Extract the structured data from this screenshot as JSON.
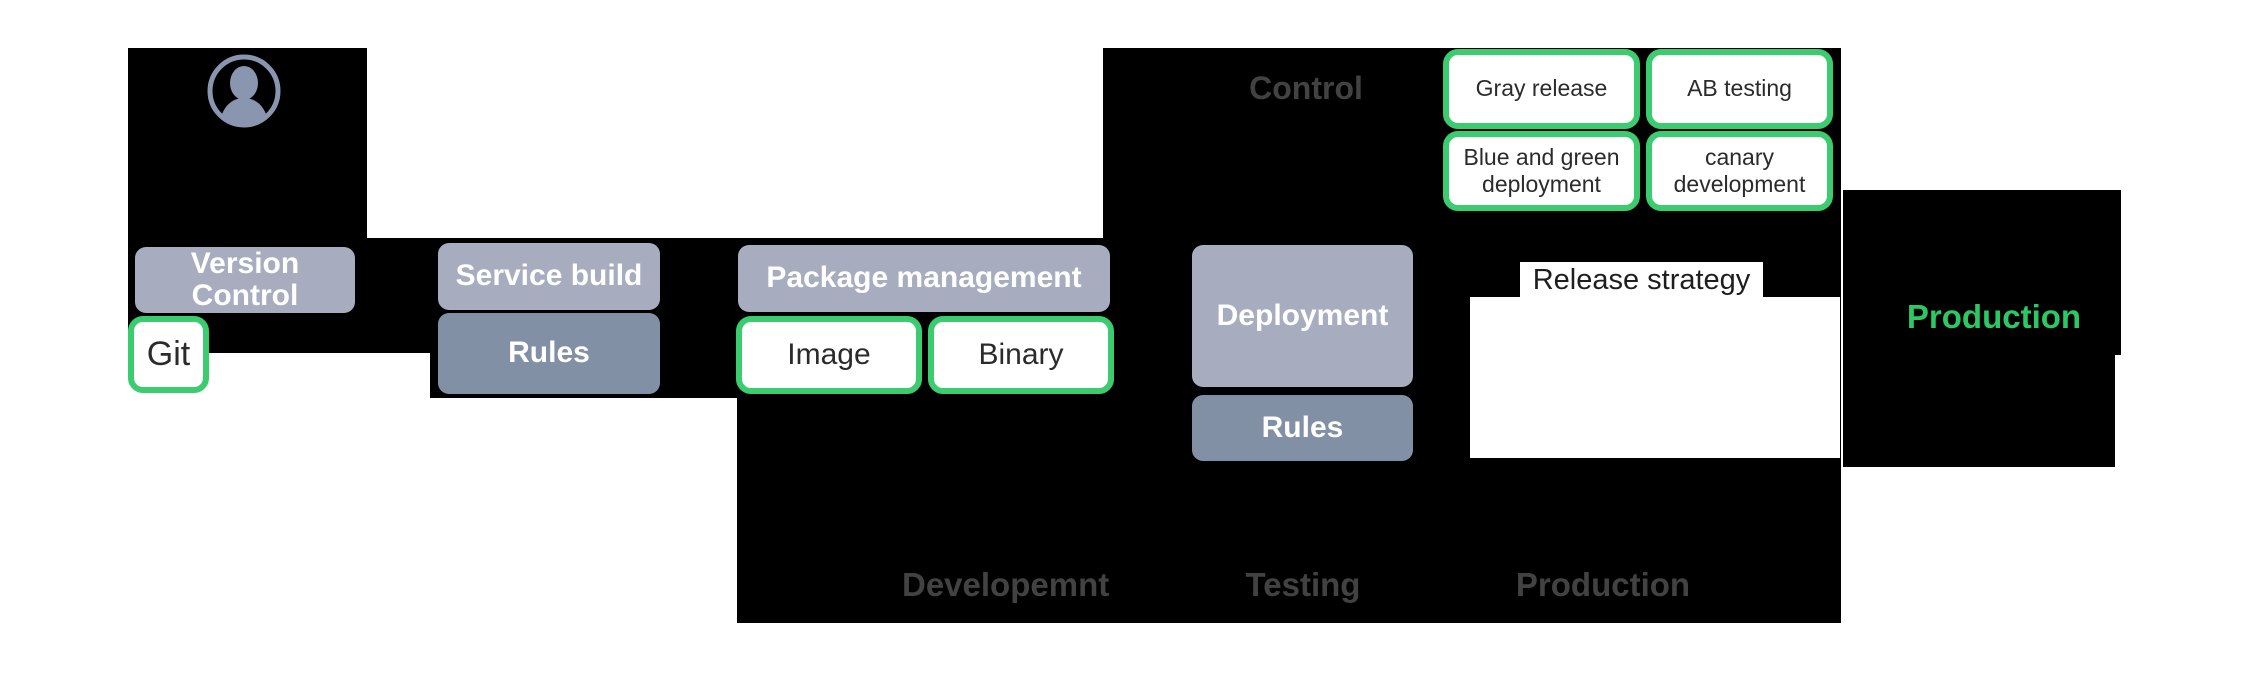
{
  "palette": {
    "panel": "#000000",
    "box_light": "#A7ADBF",
    "box_dark": "#8290A6",
    "green": "#3BCC70",
    "green_text": "#2CC863",
    "muted_label": "#424242",
    "dark_text": "#2B2B2B",
    "avatar": "#8A96AF",
    "white": "#FFFFFF"
  },
  "avatar": {
    "icon": "user-avatar-icon"
  },
  "boxes": {
    "version_control": "Version Control",
    "git": "Git",
    "service_build": "Service build",
    "service_rules": "Rules",
    "package_management": "Package management",
    "image": "Image",
    "binary": "Binary",
    "deployment": "Deployment",
    "deployment_rules": "Rules"
  },
  "control": {
    "label": "Control",
    "strategies": {
      "gray_release": "Gray release",
      "ab_testing": "AB testing",
      "blue_green": "Blue and green deployment",
      "canary": "canary development"
    }
  },
  "release": {
    "label": "Release strategy",
    "production": "Production"
  },
  "lanes": {
    "development": "Developemnt",
    "testing": "Testing",
    "production": "Production"
  }
}
